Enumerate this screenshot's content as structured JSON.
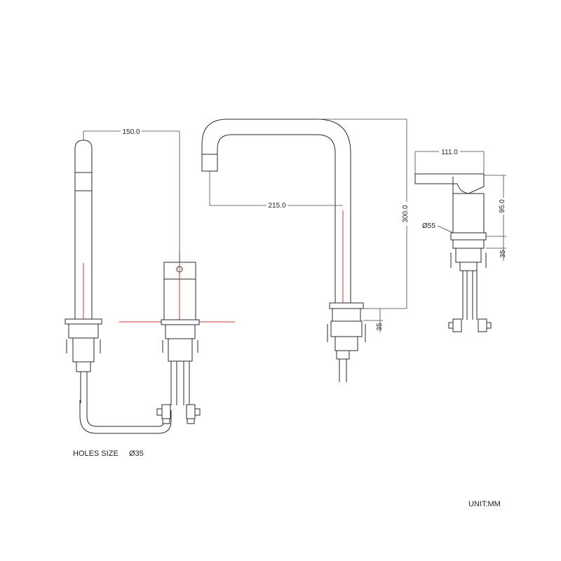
{
  "dimensions": {
    "spout_reach_150": "150.0",
    "spout_reach_215": "215.0",
    "spout_height_300": "300.0",
    "base_35_mid": "35",
    "handle_width_111": "111.0",
    "handle_height_95": "95.0",
    "base_dia_55": "Ø55",
    "base_35_right": "35"
  },
  "notes": {
    "holes_size_label": "HOLES SIZE",
    "holes_size_value": "Ø35",
    "unit": "UNIT:MM"
  },
  "colors": {
    "line": "#2a2a2a",
    "centerline": "#e03030"
  }
}
